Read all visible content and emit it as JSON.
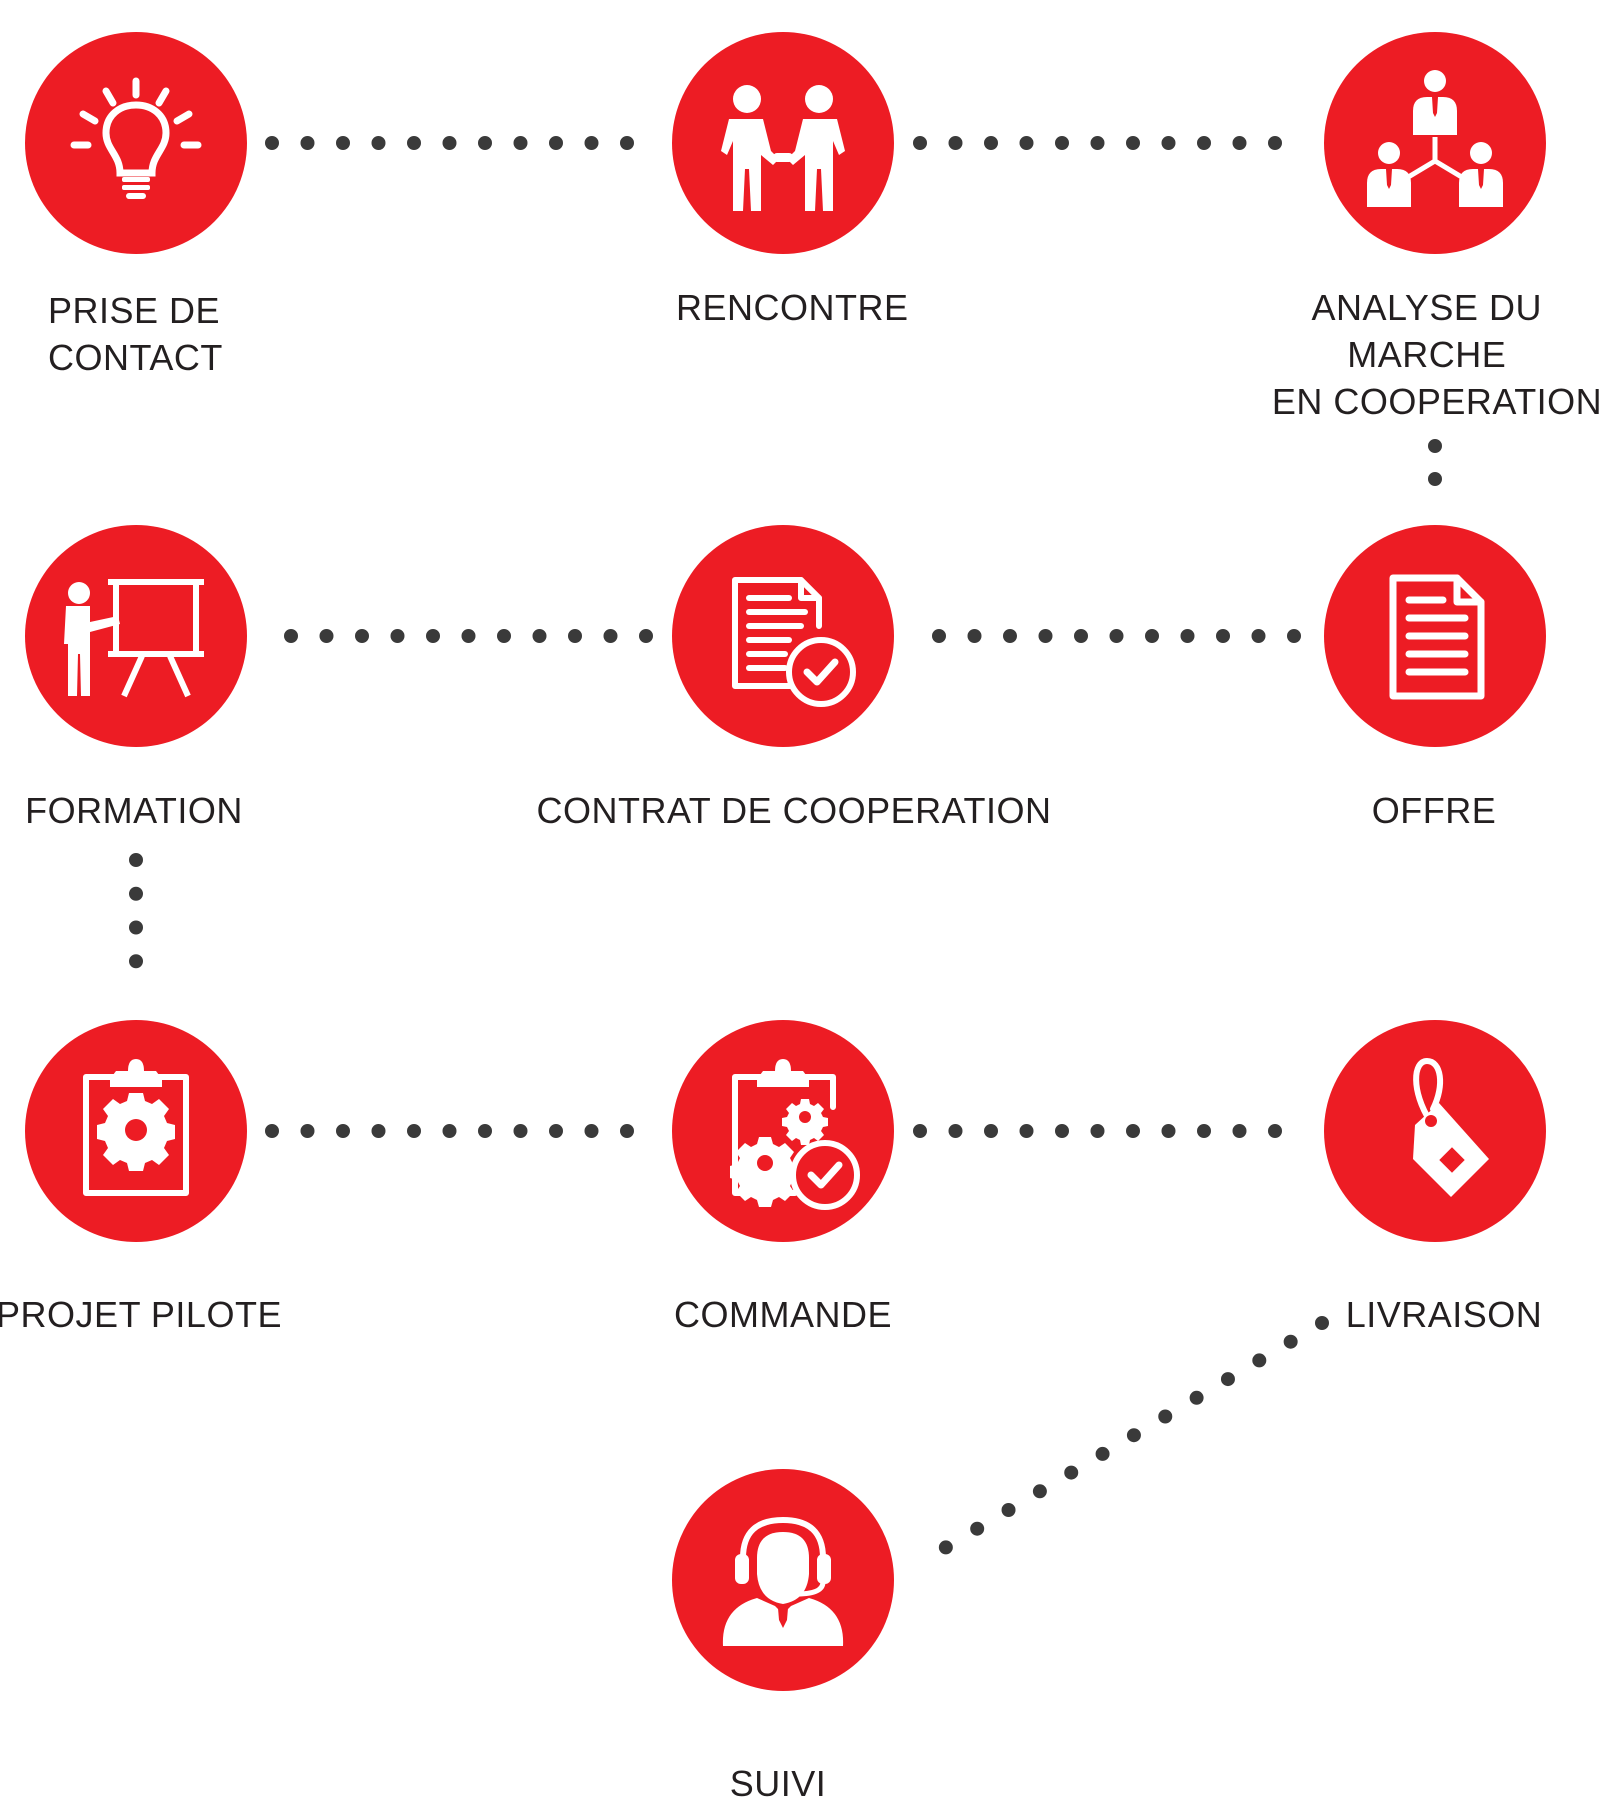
{
  "colors": {
    "node": "#ED1C24",
    "icon": "#ffffff",
    "dots": "#3a3a3a",
    "text": "#231f20"
  },
  "steps": [
    {
      "id": "prise-de-contact",
      "icon": "lightbulb-icon",
      "label_lines": [
        "PRISE DE",
        "CONTACT"
      ]
    },
    {
      "id": "rencontre",
      "icon": "handshake-icon",
      "label_lines": [
        "RENCONTRE"
      ]
    },
    {
      "id": "analyse-du-marche",
      "icon": "team-network-icon",
      "label_lines": [
        "ANALYSE DU",
        "MARCHE",
        "EN COOPERATION"
      ]
    },
    {
      "id": "offre",
      "icon": "document-icon",
      "label_lines": [
        "OFFRE"
      ]
    },
    {
      "id": "contrat-de-cooperation",
      "icon": "document-check-icon",
      "label_lines": [
        "CONTRAT DE COOPERATION"
      ]
    },
    {
      "id": "formation",
      "icon": "presentation-icon",
      "label_lines": [
        "FORMATION"
      ]
    },
    {
      "id": "projet-pilote",
      "icon": "clipboard-gear-icon",
      "label_lines": [
        "PROJET PILOTE"
      ]
    },
    {
      "id": "commande",
      "icon": "clipboard-gears-check-icon",
      "label_lines": [
        "COMMANDE"
      ]
    },
    {
      "id": "livraison",
      "icon": "price-tag-icon",
      "label_lines": [
        "LIVRAISON"
      ]
    },
    {
      "id": "suivi",
      "icon": "headset-agent-icon",
      "label_lines": [
        "SUIVI"
      ]
    }
  ]
}
